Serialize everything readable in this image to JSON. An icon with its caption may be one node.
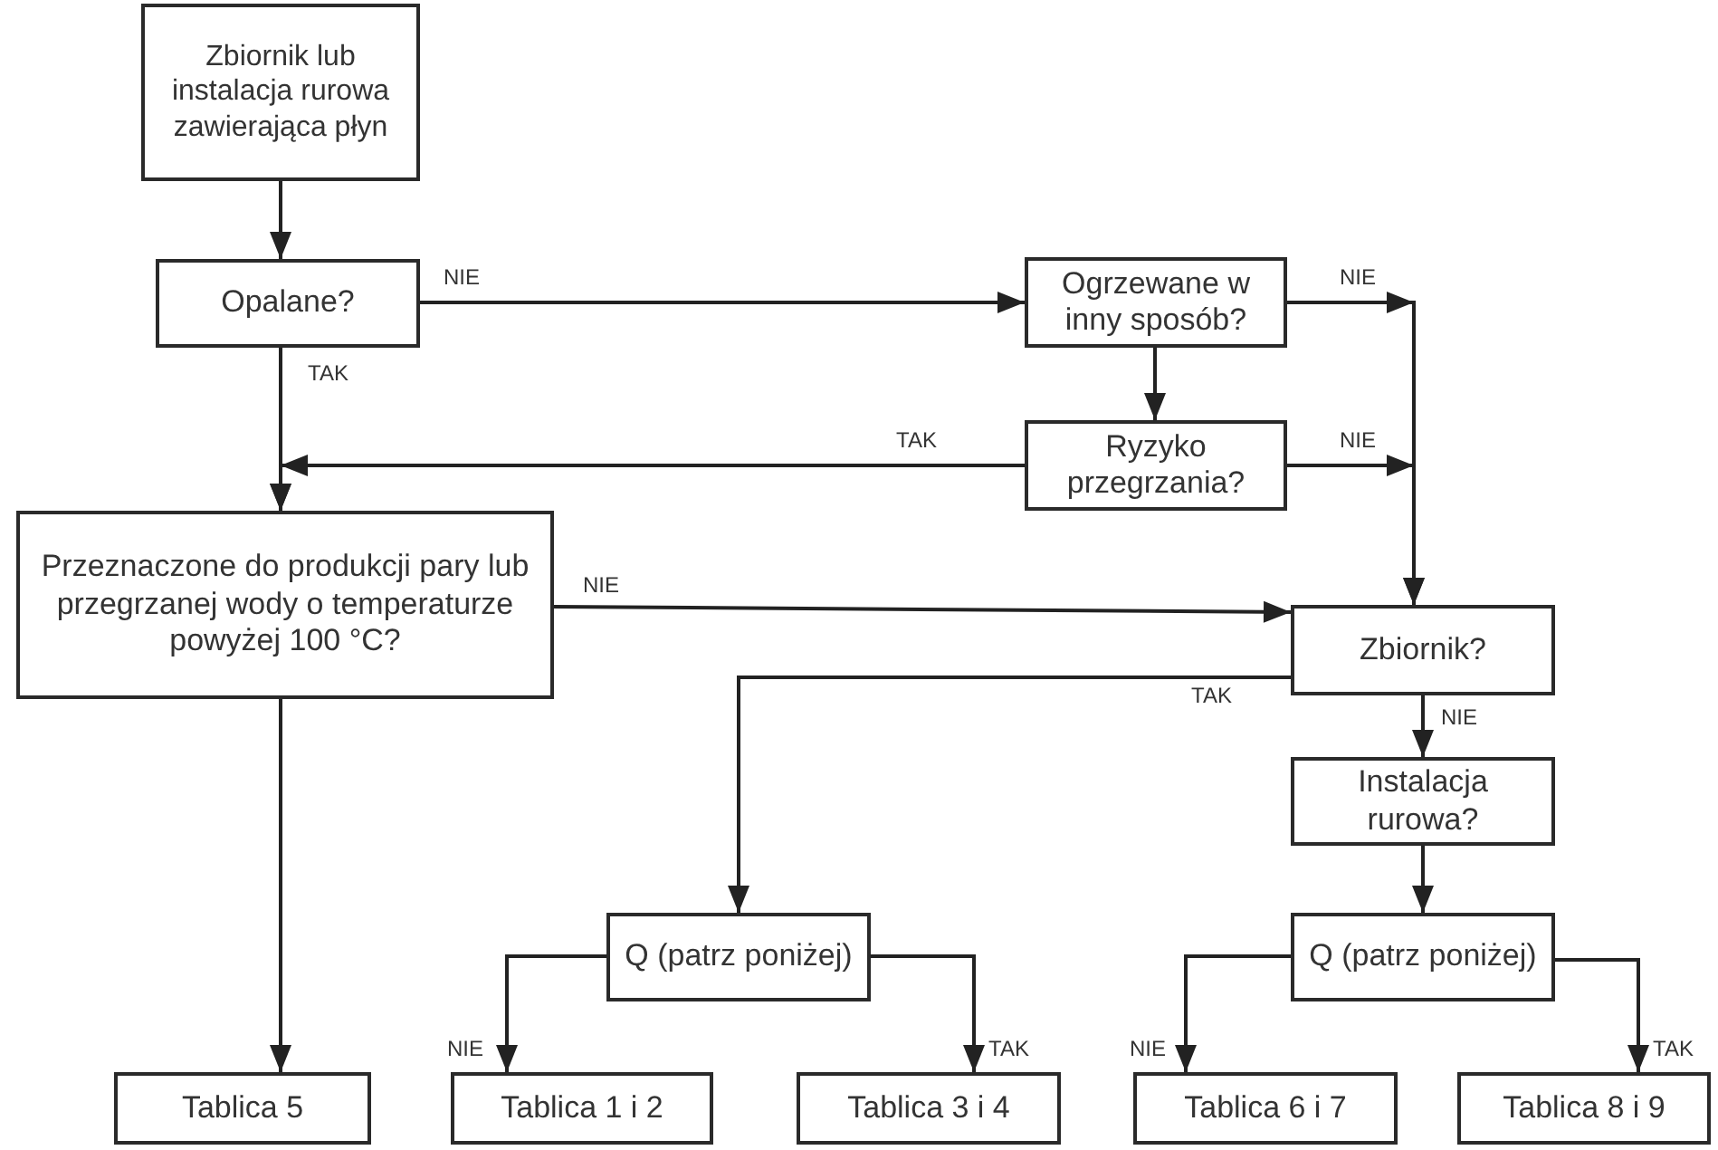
{
  "diagram": {
    "nodes": [
      {
        "text": [
          "Zbiornik lub instalacja rurowa zawierająca płyn"
        ]
      },
      {
        "text": [
          "Opalane?"
        ]
      },
      {
        "text": [
          "Ogrzewane w inny sposób?"
        ]
      },
      {
        "text": [
          "Ryzyko przegrzania?"
        ]
      },
      {
        "text": [
          "Przeznaczone do produkcji pary lub przegrzanej wody o temperaturze powyżej 100 °C?"
        ]
      },
      {
        "text": [
          "Zbiornik?"
        ]
      },
      {
        "text": [
          "Instalacja rurowa?"
        ]
      },
      {
        "text": [
          "Q (patrz poniżej)"
        ]
      },
      {
        "text": [
          "Q (patrz poniżej)"
        ]
      },
      {
        "text": [
          "Tablica 5"
        ]
      },
      {
        "text": [
          "Tablica 1 i 2"
        ]
      },
      {
        "text": [
          "Tablica 3 i 4"
        ]
      },
      {
        "text": [
          "Tablica 6 i 7"
        ]
      },
      {
        "text": [
          "Tablica 8 i 9"
        ]
      }
    ],
    "edges": [
      {
        "from": 0,
        "to": 1,
        "arrow": "to"
      },
      {
        "from": 1,
        "to": 2,
        "arrow": "to",
        "label": "NIE"
      },
      {
        "from": 1,
        "to": 4,
        "arrow": "to",
        "label": "TAK"
      },
      {
        "from": 2,
        "to": 5,
        "arrow": "to",
        "label": "NIE"
      },
      {
        "from": 2,
        "to": 3,
        "arrow": "to"
      },
      {
        "from": 3,
        "to": 4,
        "arrow": "to",
        "label": "TAK"
      },
      {
        "from": 3,
        "to": 5,
        "arrow": "to",
        "label": "NIE"
      },
      {
        "from": 4,
        "to": 5,
        "arrow": "to",
        "label": "NIE"
      },
      {
        "from": 5,
        "to": 7,
        "arrow": "to",
        "label": "TAK"
      },
      {
        "from": 5,
        "to": 6,
        "arrow": "to",
        "label": "NIE"
      },
      {
        "from": 6,
        "to": 8,
        "arrow": "to"
      },
      {
        "from": 4,
        "to": 9,
        "arrow": "to"
      },
      {
        "from": 7,
        "to": 10,
        "arrow": "to",
        "label": "NIE"
      },
      {
        "from": 7,
        "to": 11,
        "arrow": "to",
        "label": "TAK"
      },
      {
        "from": 8,
        "to": 12,
        "arrow": "to",
        "label": "NIE"
      },
      {
        "from": 8,
        "to": 13,
        "arrow": "to",
        "label": "TAK"
      }
    ]
  }
}
